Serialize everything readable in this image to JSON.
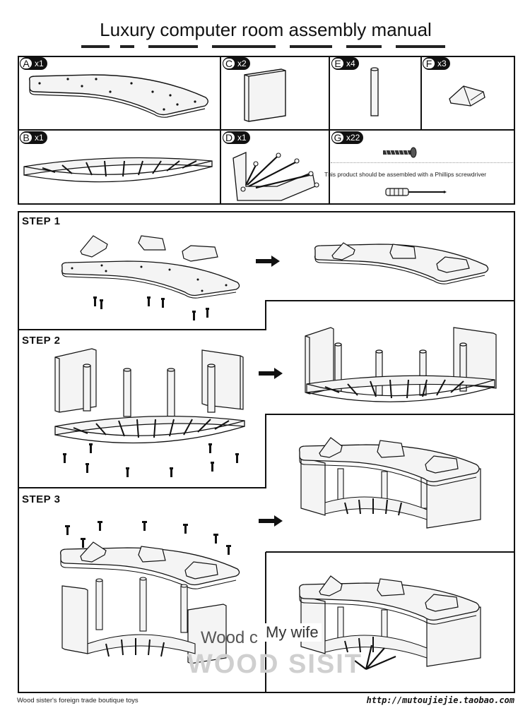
{
  "header": {
    "title": "Luxury computer room assembly manual"
  },
  "parts": [
    {
      "letter": "A",
      "qty": "x1"
    },
    {
      "letter": "C",
      "qty": "x2"
    },
    {
      "letter": "E",
      "qty": "x4"
    },
    {
      "letter": "F",
      "qty": "x3"
    },
    {
      "letter": "B",
      "qty": "x1"
    },
    {
      "letter": "D",
      "qty": "x1"
    },
    {
      "letter": "G",
      "qty": "x22"
    }
  ],
  "tool_note": "This product should be assembled with a Phillips screwdriver",
  "steps": [
    {
      "label": "STEP 1"
    },
    {
      "label": "STEP 2"
    },
    {
      "label": "STEP 3"
    }
  ],
  "watermark": {
    "line1": "Wood c",
    "line2": "My wife",
    "line3": "WOOD SISIT"
  },
  "footer": {
    "left": "Wood sister's foreign trade boutique toys",
    "right": "http://mutoujiejie.taobao.com"
  }
}
